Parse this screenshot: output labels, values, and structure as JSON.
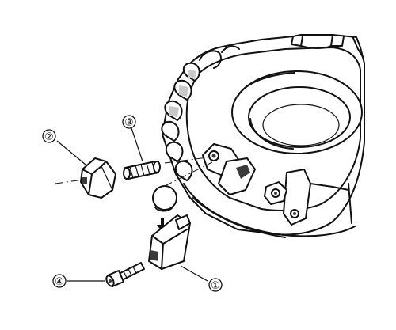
{
  "figure": {
    "background": "#ffffff",
    "line_color": "#111111",
    "shade_color": "#c9c9c9"
  },
  "callouts": [
    {
      "label": "①"
    },
    {
      "label": "②"
    },
    {
      "label": "③"
    },
    {
      "label": "④"
    }
  ]
}
